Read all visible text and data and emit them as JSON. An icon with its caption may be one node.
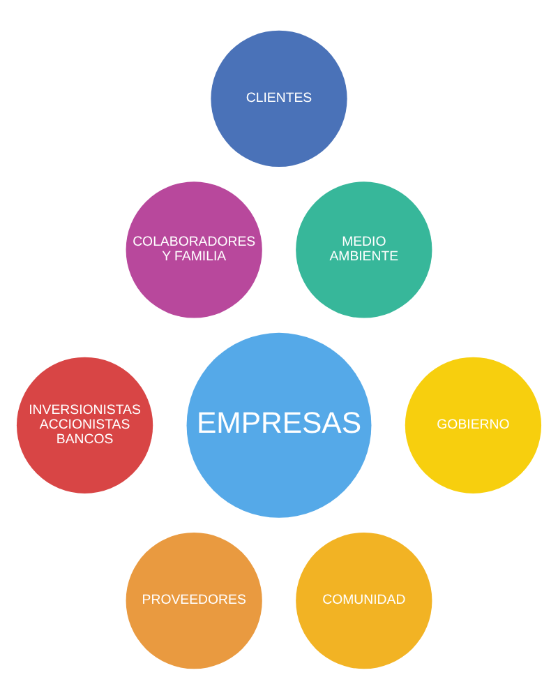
{
  "diagram": {
    "nodes": [
      {
        "text": [
          "CLIENTES"
        ]
      },
      {
        "text": [
          "COLABORADORES Y FAMILIA"
        ]
      },
      {
        "text": [
          "MEDIO AMBIENTE"
        ]
      },
      {
        "text": [
          "EMPRESAS"
        ]
      },
      {
        "text": [
          "INVERSIONISTAS ACCIONISTAS BANCOS"
        ]
      },
      {
        "text": [
          "GOBIERNO"
        ]
      },
      {
        "text": [
          "PROVEEDORES"
        ]
      },
      {
        "text": [
          "COMUNIDAD"
        ]
      }
    ]
  }
}
